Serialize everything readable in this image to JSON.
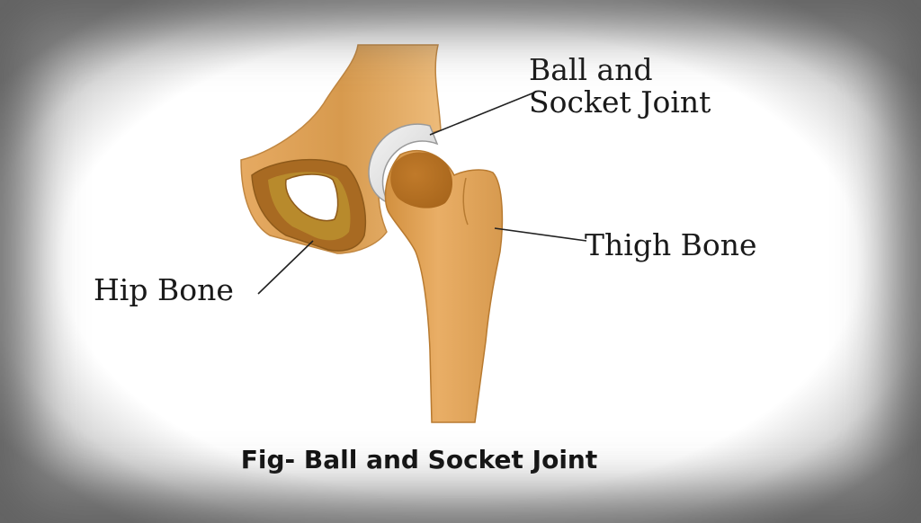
{
  "labels": {
    "ball_and_socket_line1": "Ball and",
    "ball_and_socket_line2": "Socket Joint",
    "thigh_bone": "Thigh Bone",
    "hip_bone": "Hip Bone"
  },
  "caption": "Fig- Ball and Socket Joint",
  "colors": {
    "bone_light": "#e8b06b",
    "bone_mid": "#c98a3e",
    "bone_dark": "#a8681f",
    "hip_inner": "#b88a2c",
    "socket": "#e6e6e6"
  }
}
